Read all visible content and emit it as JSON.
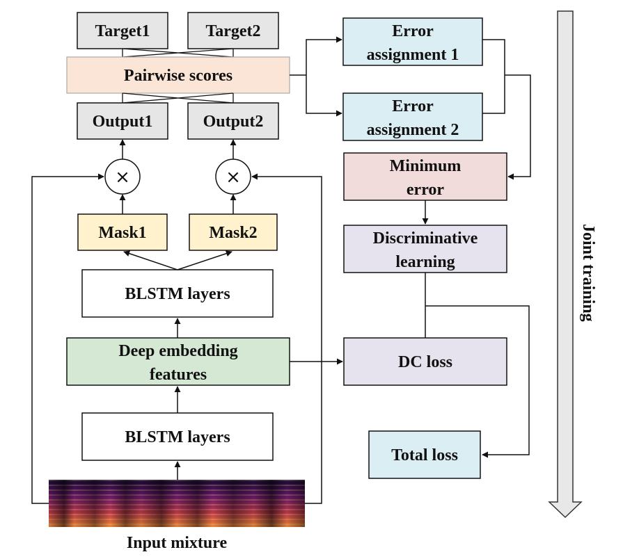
{
  "colors": {
    "gray": "#e6e6e6",
    "peach": "#fbe5d6",
    "blue": "#dbeef4",
    "pink": "#f2dcdb",
    "lavender": "#e6e3ee",
    "yellow": "#fff2cc",
    "green": "#d5e8d4",
    "white": "#ffffff",
    "stroke": "#111111"
  },
  "boxes": {
    "target1": "Target1",
    "target2": "Target2",
    "pairwise": "Pairwise scores",
    "output1": "Output1",
    "output2": "Output2",
    "multiply_symbol": "×",
    "mask1": "Mask1",
    "mask2": "Mask2",
    "blstm_top": "BLSTM layers",
    "deep_embedding_line1": "Deep embedding",
    "deep_embedding_line2": "features",
    "blstm_bottom": "BLSTM layers",
    "error1_line1": "Error",
    "error1_line2": "assignment 1",
    "error2_line1": "Error",
    "error2_line2": "assignment 2",
    "min_error_line1": "Minimum",
    "min_error_line2": "error",
    "discrim_line1": "Discriminative",
    "discrim_line2": "learning",
    "dc_loss": "DC loss",
    "total_loss": "Total loss"
  },
  "input_caption": "Input mixture",
  "joint_training": "Joint training"
}
